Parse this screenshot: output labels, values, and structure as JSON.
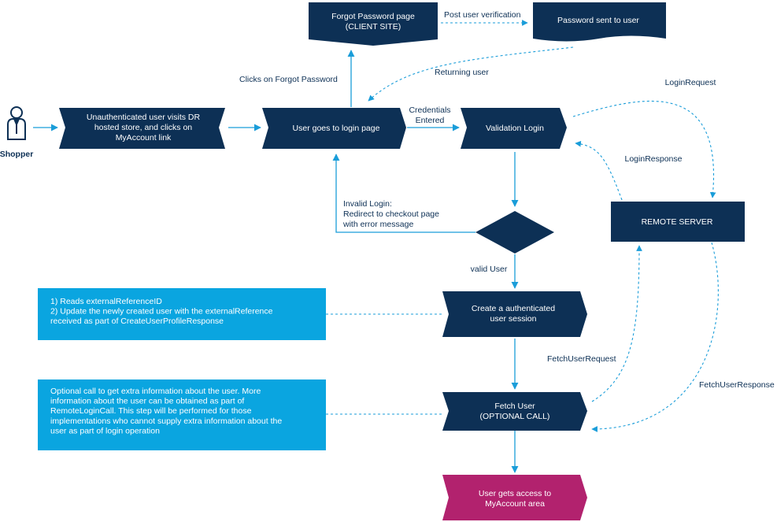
{
  "actor": {
    "label": "Shopper"
  },
  "nodes": {
    "unauth": [
      "Unauthenticated user visits DR",
      "hosted store, and clicks on",
      "MyAccount link"
    ],
    "login_page": [
      "User goes to login page"
    ],
    "forgot": [
      "Forgot Password page",
      "(CLIENT SITE)"
    ],
    "pwd_sent": [
      "Password sent to user"
    ],
    "validation": [
      "Validation Login"
    ],
    "remote": [
      "REMOTE SERVER"
    ],
    "create_session": [
      "Create a authenticated",
      "user session"
    ],
    "fetch_user": [
      "Fetch User",
      "(OPTIONAL CALL)"
    ],
    "access": [
      "User gets access to",
      "MyAccount area"
    ]
  },
  "notes": {
    "reads": [
      "1) Reads externalReferenceID",
      "2) Update the newly created user with the externalReference",
      "received as part of CreateUserProfileResponse"
    ],
    "optional": [
      "Optional call to get extra information about the user. More",
      "information about the user can be obtained as part of",
      "RemoteLoginCall. This step will be performed for those",
      "implementations who cannot supply extra information about the",
      "user as part of login operation"
    ]
  },
  "edge_labels": {
    "forgot_click": [
      "Clicks on Forgot Password"
    ],
    "post_verify": [
      "Post user verification"
    ],
    "returning": [
      "Returning user"
    ],
    "credentials": [
      "Credentials",
      "Entered"
    ],
    "login_request": [
      "LoginRequest"
    ],
    "login_response": [
      "LoginResponse"
    ],
    "invalid": [
      "Invalid Login:",
      "Redirect to checkout page",
      "with error message"
    ],
    "valid": [
      "valid User"
    ],
    "fetch_request": [
      "FetchUserRequest"
    ],
    "fetch_response": [
      "FetchUserResponse"
    ]
  },
  "colors": {
    "navy": "#0d3055",
    "cyan": "#1a9dd9",
    "note_bg": "#0aa5e0",
    "magenta": "#b2226e",
    "white": "#ffffff",
    "text": "#0d3055"
  }
}
